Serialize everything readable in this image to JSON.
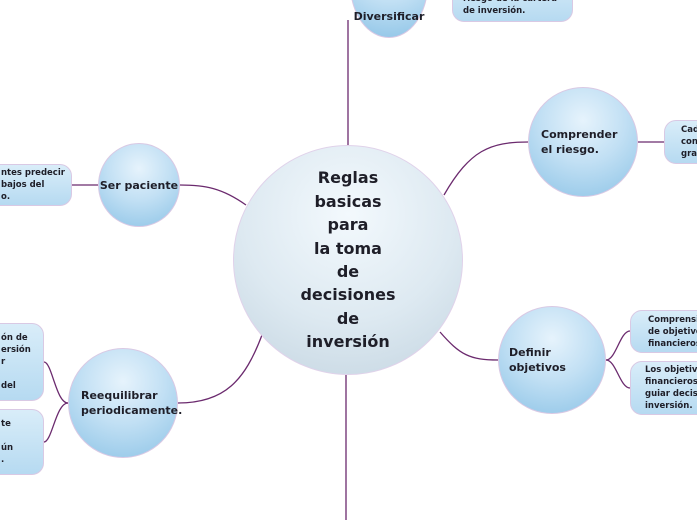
{
  "colors": {
    "connector": "#6b2a6e",
    "node_border": "#d9c9e4"
  },
  "center": {
    "title": "Reglas\nbasicas\npara\nla toma\nde\ndecisiones\nde\ninversión"
  },
  "branches": {
    "diversificar": {
      "label": "Diversificar",
      "leaf": "riesgo de la cartera\nde inversión."
    },
    "comprender": {
      "label": "Comprender el riesgo.",
      "leaf": "Cad\ncon\ngrad"
    },
    "ser_paciente": {
      "label": "Ser paciente",
      "leaf": "ntes predecir\nbajos del\no."
    },
    "definir": {
      "label": "Definir objetivos",
      "leaf_1": "Comprensión\nde objetivos\nfinancieros.",
      "leaf_2": "Los objetivos\nfinancieros d\nguiar decisio\ninversión."
    },
    "reequilibrar": {
      "label": "Reequilibrar periodicamente.",
      "leaf_1": "ón de\nersión\nr\n\ndel",
      "leaf_2": "te\n\nún\n."
    }
  }
}
